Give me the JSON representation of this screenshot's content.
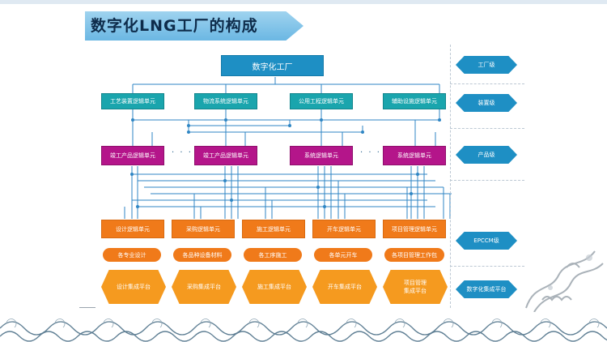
{
  "title": "数字化LNG工厂的构成",
  "diagram": {
    "top": "数字化工厂",
    "plant_units": [
      "工艺装置逻辑单元",
      "物流系统逻辑单元",
      "公用工程逻辑单元",
      "辅助设施逻辑单元"
    ],
    "product_units": [
      "竣工产品逻辑单元",
      "竣工产品逻辑单元",
      "系统逻辑单元",
      "系统逻辑单元"
    ],
    "ellipsis": "· · ·",
    "epc_units": [
      "设计逻辑单元",
      "采购逻辑单元",
      "施工逻辑单元",
      "开车逻辑单元",
      "项目管理逻辑单元"
    ],
    "epc_items": [
      "各专业设计",
      "各品种设备材料",
      "各工序施工",
      "各单元开车",
      "各项目管理工作包"
    ],
    "platforms": [
      {
        "l1": "设计集成平台",
        "l2": ""
      },
      {
        "l1": "采购集成平台",
        "l2": ""
      },
      {
        "l1": "施工集成平台",
        "l2": ""
      },
      {
        "l1": "开车集成平台",
        "l2": ""
      },
      {
        "l1": "项目管理",
        "l2": "集成平台"
      }
    ]
  },
  "levels": [
    "工厂级",
    "装置级",
    "产品级",
    "EPCCM级",
    "数字化集成平台"
  ],
  "colors": {
    "teal": "#1aa5ad",
    "blue": "#1e8fc4",
    "magenta": "#b4158a",
    "orange": "#f07a1a",
    "hex_orange": "#f59a1f",
    "title_band": "#6bb7e3"
  }
}
